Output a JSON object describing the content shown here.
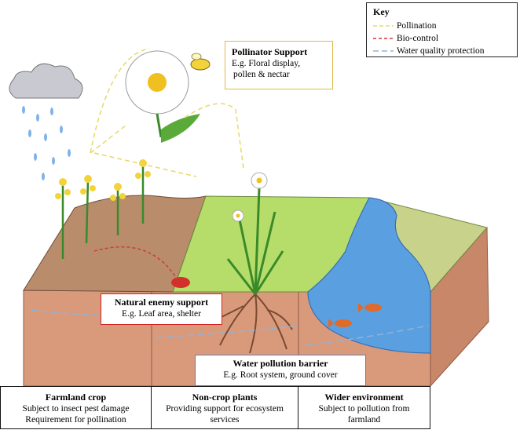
{
  "key": {
    "title": "Key",
    "items": [
      {
        "label": "Pollination",
        "color": "#e8d86a"
      },
      {
        "label": "Bio-control",
        "color": "#d23a3a"
      },
      {
        "label": "Water quality protection",
        "color": "#8fb3d9"
      }
    ]
  },
  "callouts": {
    "pollinator": {
      "title": "Pollinator Support",
      "line1": "E.g. Floral display,",
      "line2": "pollen & nectar",
      "border": "#e0b84a"
    },
    "enemy": {
      "title": "Natural enemy support",
      "line1": "E.g. Leaf area, shelter",
      "border": "#d32020"
    },
    "water": {
      "title": "Water pollution barrier",
      "line1": "E.g. Root system, ground cover",
      "border": "#5a7fc0"
    }
  },
  "columns": [
    {
      "title": "Farmland crop",
      "line1": "Subject to insect pest damage",
      "line2": "Requirement for pollination"
    },
    {
      "title": "Non-crop plants",
      "line1": "Providing support for ecosystem",
      "line2": "services"
    },
    {
      "title": "Wider environment",
      "line1": "Subject to pollution from",
      "line2": "farmland"
    }
  ]
}
